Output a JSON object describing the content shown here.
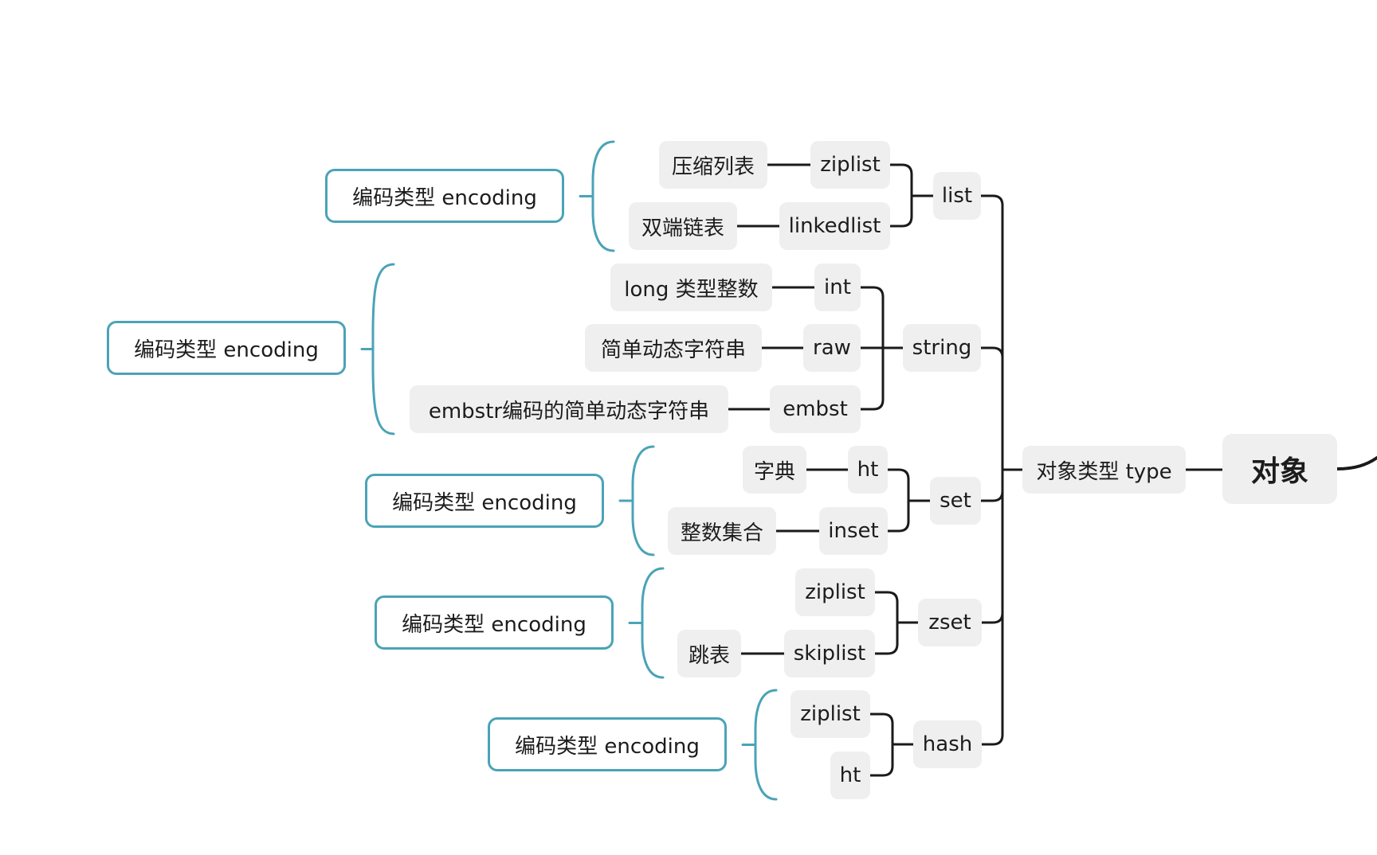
{
  "root": {
    "label": "对象"
  },
  "type_node": {
    "label": "对象类型 type"
  },
  "types": [
    {
      "name": "list",
      "encoding_label": "编码类型 encoding",
      "encodings": [
        {
          "name": "ziplist",
          "desc": "压缩列表"
        },
        {
          "name": "linkedlist",
          "desc": "双端链表"
        }
      ]
    },
    {
      "name": "string",
      "encoding_label": "编码类型 encoding",
      "encodings": [
        {
          "name": "int",
          "desc": "long 类型整数"
        },
        {
          "name": "raw",
          "desc": "简单动态字符串"
        },
        {
          "name": "embst",
          "desc": "embstr编码的简单动态字符串"
        }
      ]
    },
    {
      "name": "set",
      "encoding_label": "编码类型 encoding",
      "encodings": [
        {
          "name": "ht",
          "desc": "字典"
        },
        {
          "name": "inset",
          "desc": "整数集合"
        }
      ]
    },
    {
      "name": "zset",
      "encoding_label": "编码类型 encoding",
      "encodings": [
        {
          "name": "ziplist",
          "desc": ""
        },
        {
          "name": "skiplist",
          "desc": "跳表"
        }
      ]
    },
    {
      "name": "hash",
      "encoding_label": "编码类型 encoding",
      "encodings": [
        {
          "name": "ziplist",
          "desc": ""
        },
        {
          "name": "ht",
          "desc": ""
        }
      ]
    }
  ],
  "colors": {
    "line": "#1a1a1a",
    "bracket": "#4aa3b7",
    "node_fill": "#efefef",
    "enc_border": "#4aa3b7"
  }
}
